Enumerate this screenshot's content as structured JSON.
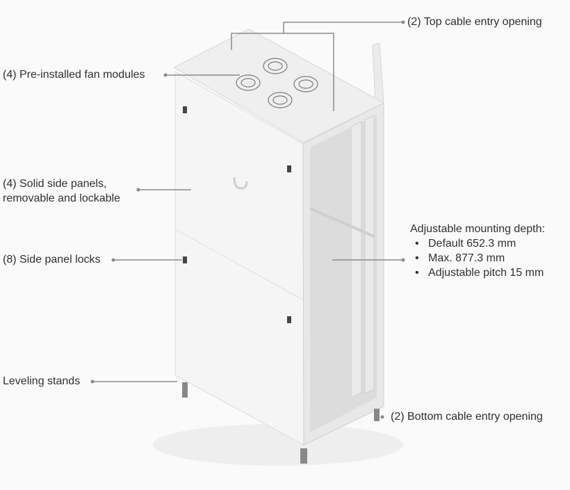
{
  "callouts": {
    "top_cable": "(2) Top cable entry opening",
    "fans": "(4) Pre-installed fan modules",
    "side_panels_line1": "(4) Solid side panels,",
    "side_panels_line2": "removable and lockable",
    "locks": "(8) Side panel locks",
    "leveling": "Leveling stands",
    "bottom_cable": "(2) Bottom cable entry opening",
    "depth": {
      "title": "Adjustable mounting depth:",
      "items": [
        "Default 652.3 mm",
        "Max. 877.3 mm",
        "Adjustable pitch 15 mm"
      ]
    }
  },
  "colors": {
    "line": "#8a8a8a",
    "panel": "#f4f4f4",
    "frame": "#e2e2e2"
  }
}
